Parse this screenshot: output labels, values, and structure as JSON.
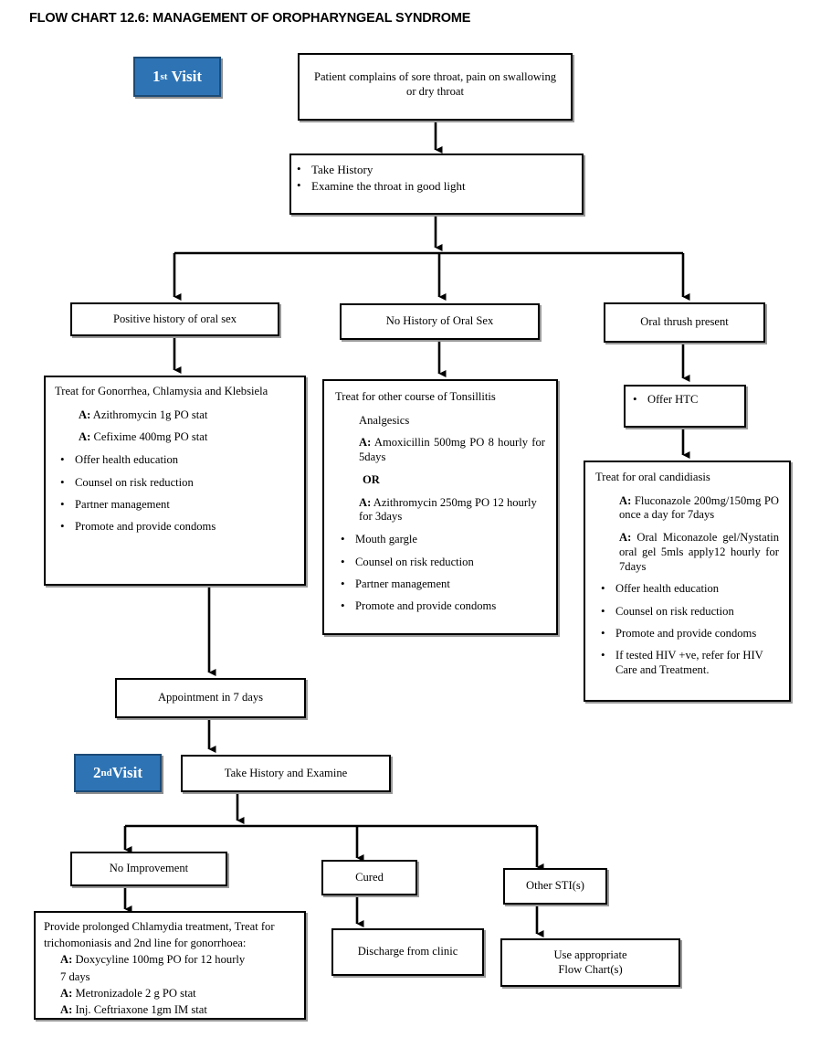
{
  "title": "FLOW CHART 12.6: MANAGEMENT OF OROPHARYNGEAL SYNDROME",
  "visits": {
    "first": {
      "num": "1",
      "sup": "st",
      "word": "Visit"
    },
    "second": {
      "num": "2",
      "sup": "nd",
      "word": "Visit"
    }
  },
  "nodes": {
    "complaint": {
      "line1": "Patient complains of sore throat, pain on swallowing",
      "line2": "or dry throat"
    },
    "history": {
      "b1": "Take History",
      "b2": "Examine the throat in good light"
    },
    "branch_positive": "Positive history of oral sex",
    "branch_none": "No History of Oral Sex",
    "branch_thrush": "Oral thrush present",
    "treat_gonorrhea": {
      "lead": "Treat for Gonorrhea, Chlamysia and Klebsiela",
      "rx": [
        {
          "tag": "A:",
          "text": " Azithromycin 1g PO stat"
        },
        {
          "tag": "A:",
          "text": " Cefixime 400mg PO stat"
        }
      ],
      "bullets": [
        "Offer health education",
        "Counsel on risk reduction",
        "Partner management",
        "Promote and provide condoms"
      ]
    },
    "treat_tonsillitis": {
      "lead": "Treat for other course of Tonsillitis",
      "analgesics": "Analgesics",
      "rx1": {
        "tag": "A:",
        "text": " Amoxicillin 500mg PO 8 hourly for 5days"
      },
      "or": "OR",
      "rx2": {
        "tag": "A:",
        "text": " Azithromycin 250mg PO 12 hourly for 3days"
      },
      "bullets": [
        "Mouth gargle",
        "Counsel on risk reduction",
        "Partner management",
        "Promote and provide condoms"
      ]
    },
    "offer_htc": "Offer HTC",
    "treat_candidiasis": {
      "lead": "Treat for oral candidiasis",
      "rx1": {
        "tag": "A:",
        "text": " Fluconazole 200mg/150mg PO once a day for 7days"
      },
      "rx2": {
        "tag": "A:",
        "text": " Oral Miconazole gel/Nystatin oral gel 5mls apply12 hourly for 7days"
      },
      "bullets": [
        "Offer health education",
        "Counsel on risk reduction",
        "Promote and provide condoms",
        "If tested HIV +ve, refer for HIV Care and Treatment."
      ]
    },
    "appointment": "Appointment in 7 days",
    "take_history_examine": "Take History and Examine",
    "no_improvement": "No Improvement",
    "cured": "Cured",
    "other_stis": "Other STI(s)",
    "prolonged": {
      "lead1": "Provide prolonged Chlamydia treatment, Treat for",
      "lead2": "trichomoniasis and 2nd line for gonorrhoea:",
      "rx": [
        {
          "tag": "A:",
          "text": " Doxycyline 100mg PO for 12 hourly"
        },
        {
          "tag": "",
          "text": "7 days"
        },
        {
          "tag": "A:",
          "text": " Metronizadole 2 g PO stat"
        },
        {
          "tag": "A:",
          "text": " Inj. Ceftriaxone 1gm IM stat"
        }
      ]
    },
    "discharge": "Discharge from clinic",
    "use_flowchart": {
      "line1": "Use appropriate",
      "line2": "Flow Chart(s)"
    }
  },
  "colors": {
    "visit_fill": "#2E74B5",
    "box_border": "#000000",
    "page_bg": "#FFFFFF"
  }
}
